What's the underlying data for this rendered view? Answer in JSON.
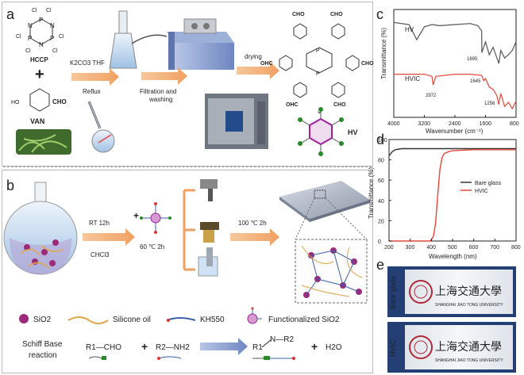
{
  "panel_labels": {
    "a": "a",
    "b": "b",
    "c": "c",
    "d": "d",
    "e": "e"
  },
  "panel_a": {
    "hccp_label": "HCCP",
    "van_label": "VAN",
    "plus": "+",
    "reagents": "K2CO3 THF",
    "reflux": "Reflux",
    "filtration": "Filtration and",
    "washing": "washing",
    "drying": "drying",
    "hv_label": "HV",
    "cho": "CHO",
    "ohc": "OHC",
    "p": "P",
    "n": "N",
    "cl": "Cl"
  },
  "panel_b": {
    "step1_top": "RT 12h",
    "step1_bottom": "CHCl3",
    "step2_bottom": "60 ℃ 2h",
    "step3_top": "100 ℃ 2h",
    "plus": "+",
    "legend": {
      "sio2": "SiO2",
      "silicone_oil": "Silicone oil",
      "kh550": "KH550",
      "functionalized": "Functionalized SiO2"
    },
    "schiff": {
      "title_line1": "Schiff Base",
      "title_line2": "reaction",
      "r1cho": "R1—CHO",
      "plus1": "+",
      "r2nh2": "R2—NH2",
      "product_r1": "R1",
      "product_n": "N—R2",
      "plus2": "+",
      "water": "H2O"
    }
  },
  "panel_c": {
    "ylabel": "Transmittance (%)",
    "xlabel": "Wavenumber (cm⁻¹)",
    "xticks": [
      "4000",
      "3200",
      "2400",
      "1600",
      "800"
    ],
    "series_labels": {
      "hv": "HV",
      "hvic": "HVIC"
    },
    "annotations": [
      "1695",
      "2972",
      "1645",
      "1256"
    ],
    "colors": {
      "hv": "#555555",
      "hvic": "#e8463a"
    }
  },
  "panel_d": {
    "ylabel": "Transmittance (%)",
    "xlabel": "Wavelength (nm)",
    "yticks": [
      "0",
      "20",
      "40",
      "60",
      "80",
      "100"
    ],
    "xticks": [
      "200",
      "300",
      "400",
      "500",
      "600",
      "700",
      "800"
    ],
    "legend": [
      "Bare glass",
      "HVIC"
    ],
    "colors": {
      "bare": "#333333",
      "hvic": "#e8463a"
    }
  },
  "panel_e": {
    "labels": [
      "Bare glass",
      "HVIC"
    ],
    "chinese": "上海交通大學",
    "english": "SHANGHAI JIAO TONG UNIVERSITY"
  },
  "chart_data": [
    {
      "type": "line",
      "title": "",
      "xlabel": "Wavenumber (cm⁻¹)",
      "ylabel": "Transmittance (%)",
      "xlim": [
        4000,
        800
      ],
      "series": [
        {
          "name": "HV",
          "x": [
            4000,
            3600,
            3400,
            3200,
            3000,
            2800,
            2400,
            2000,
            1800,
            1700,
            1695,
            1600,
            1500,
            1400,
            1300,
            1250,
            1200,
            1100,
            1000,
            900,
            800
          ],
          "values": [
            88,
            86,
            72,
            84,
            86,
            85,
            86,
            87,
            85,
            80,
            60,
            70,
            58,
            65,
            55,
            50,
            62,
            55,
            58,
            62,
            70
          ]
        },
        {
          "name": "HVIC",
          "x": [
            4000,
            3600,
            3200,
            3000,
            2972,
            2900,
            2400,
            2000,
            1700,
            1645,
            1600,
            1500,
            1400,
            1300,
            1256,
            1200,
            1100,
            1000,
            900,
            800
          ],
          "values": [
            40,
            40,
            40,
            38,
            30,
            38,
            40,
            40,
            39,
            34,
            36,
            28,
            26,
            20,
            12,
            22,
            10,
            14,
            8,
            15
          ]
        }
      ]
    },
    {
      "type": "line",
      "title": "",
      "xlabel": "Wavelength (nm)",
      "ylabel": "Transmittance (%)",
      "xlim": [
        200,
        800
      ],
      "ylim": [
        0,
        100
      ],
      "series": [
        {
          "name": "Bare glass",
          "x": [
            200,
            215,
            230,
            260,
            300,
            400,
            500,
            600,
            700,
            800
          ],
          "values": [
            84,
            88,
            90,
            91,
            91,
            91,
            91,
            91,
            91,
            91
          ]
        },
        {
          "name": "HVIC",
          "x": [
            200,
            300,
            390,
            400,
            410,
            420,
            430,
            440,
            450,
            460,
            480,
            500,
            600,
            700,
            800
          ],
          "values": [
            0,
            0,
            0,
            1,
            5,
            18,
            45,
            70,
            82,
            86,
            88,
            89,
            90,
            90,
            90
          ]
        }
      ],
      "legend_position": "right"
    }
  ]
}
